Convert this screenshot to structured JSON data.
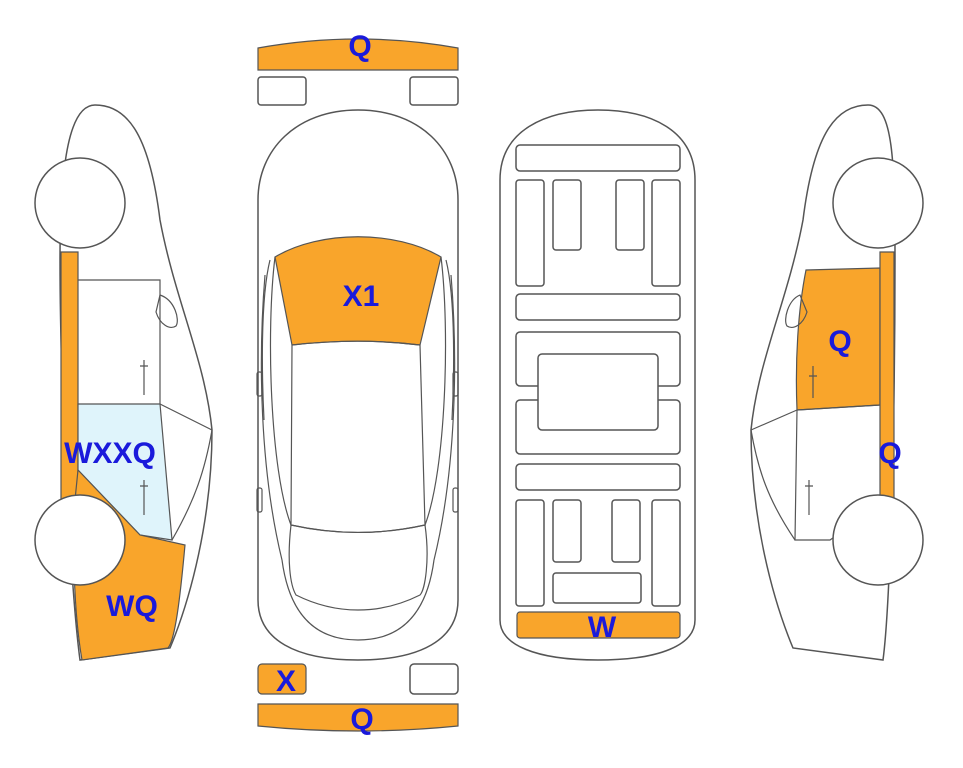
{
  "colors": {
    "damage": "#f9a52b",
    "glass": "#dff4fb",
    "outline": "#555555",
    "label": "#1a1adb"
  },
  "labels": {
    "front_bumper": "Q",
    "windshield": "X1",
    "left_rear_door": "WXXQ",
    "left_rear_quarter": "WQ",
    "right_front_door": "Q",
    "right_rocker": "Q",
    "underbody_rear": "W",
    "rear_lamp_left": "X",
    "rear_bumper": "Q"
  }
}
